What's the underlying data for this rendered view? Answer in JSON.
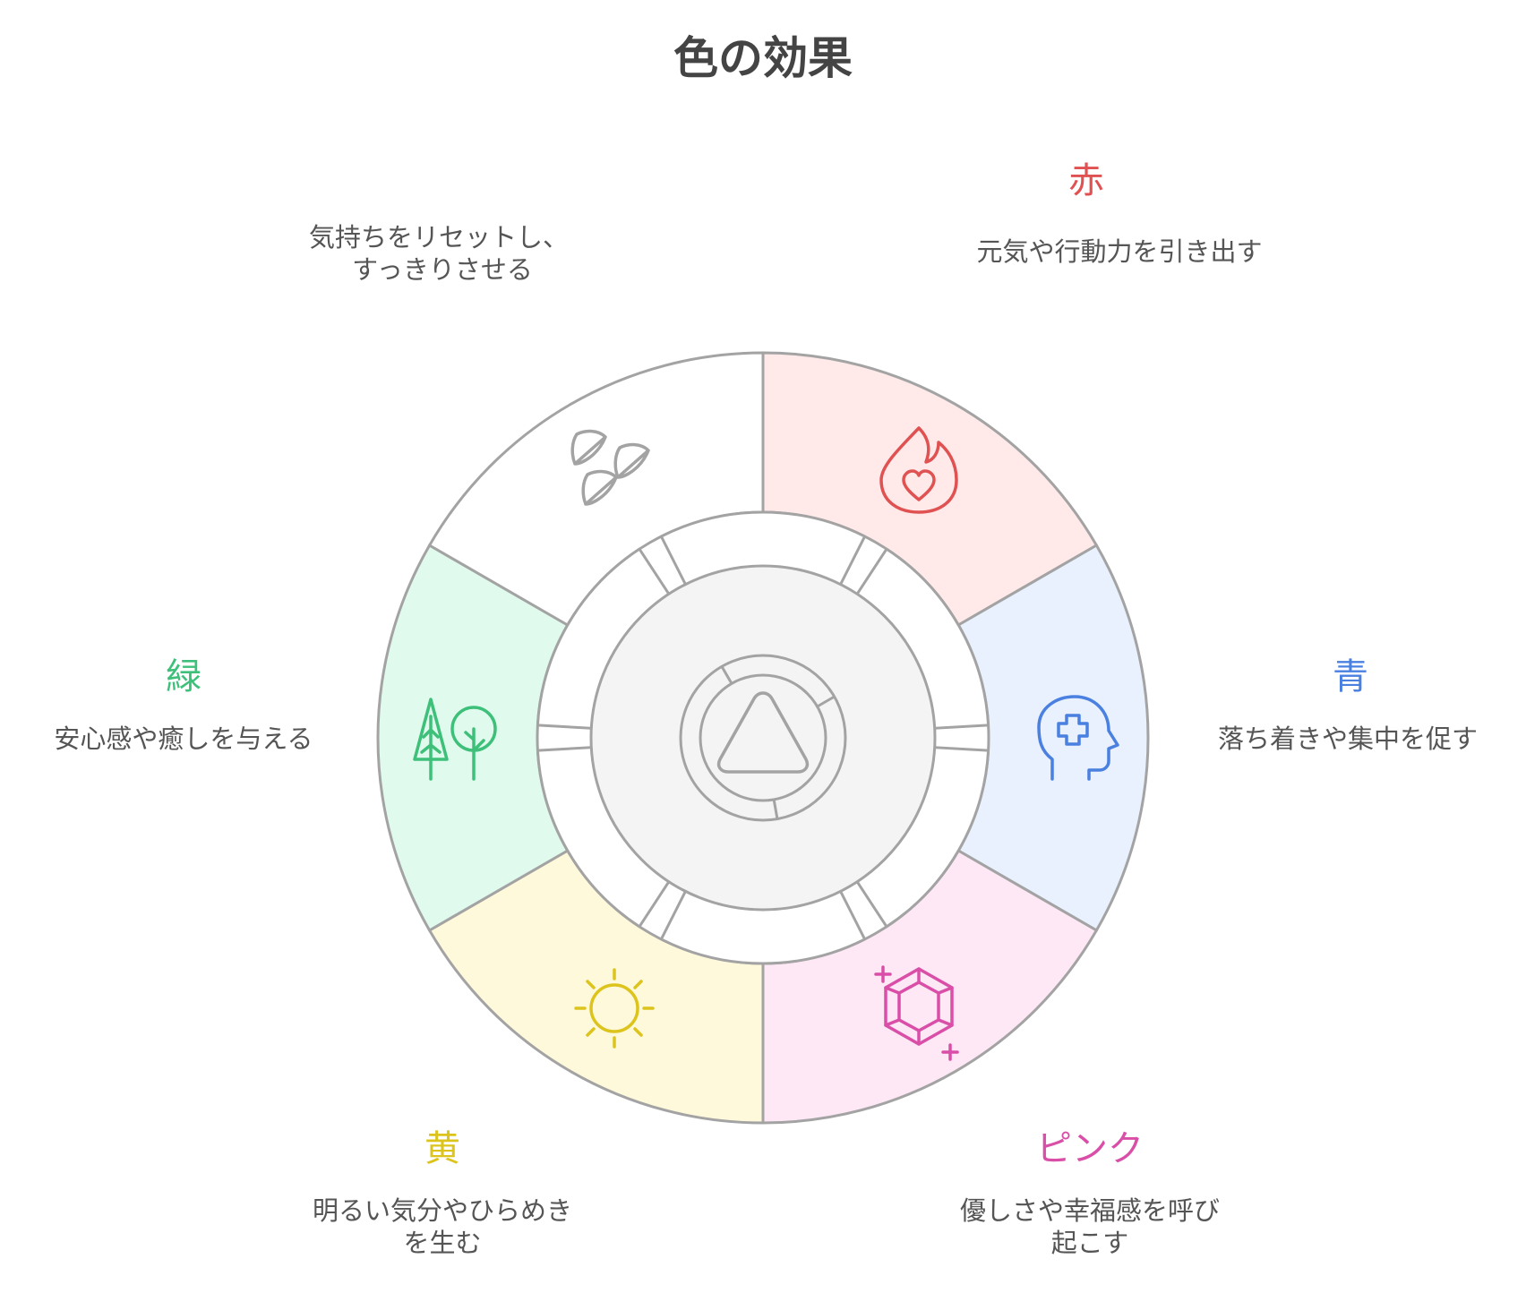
{
  "title": "色の効果",
  "segments": [
    {
      "name": "赤",
      "description": [
        "元気や行動力を引き出す"
      ],
      "color": "#e05252",
      "fill": "#ffe9e9",
      "icon": "flame-heart-icon"
    },
    {
      "name": "青",
      "description": [
        "落ち着きや集中を促す"
      ],
      "color": "#4a80e0",
      "fill": "#e9f1ff",
      "icon": "head-plus-icon"
    },
    {
      "name": "ピンク",
      "description": [
        "優しさや幸福感を呼び",
        "起こす"
      ],
      "color": "#d94fa8",
      "fill": "#ffe8f6",
      "icon": "gem-sparkle-icon"
    },
    {
      "name": "黄",
      "description": [
        "明るい気分やひらめき",
        "を生む"
      ],
      "color": "#dcc41c",
      "fill": "#fff9db",
      "icon": "sun-icon"
    },
    {
      "name": "緑",
      "description": [
        "安心感や癒しを与える"
      ],
      "color": "#3ec07a",
      "fill": "#e0fbee",
      "icon": "trees-icon"
    },
    {
      "name": "",
      "description": [
        "気持ちをリセットし、",
        "すっきりさせる"
      ],
      "color": "#a3a3a3",
      "fill": "#ffffff",
      "icon": "leaves-icon"
    }
  ],
  "center_icon": "triangle-icon",
  "outline_color": "#a3a3a3",
  "center_fill": "#f4f4f4"
}
